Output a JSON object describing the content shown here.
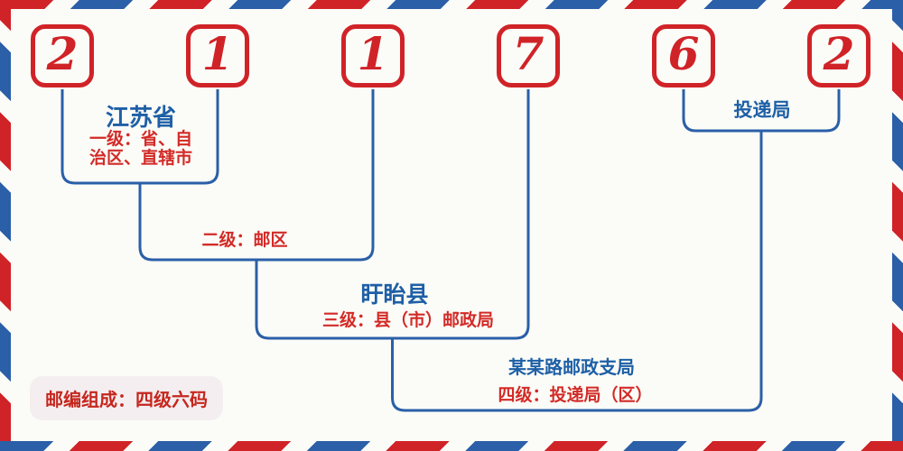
{
  "postal_code": {
    "digits": [
      "2",
      "1",
      "1",
      "7",
      "6",
      "2"
    ]
  },
  "labels": {
    "province_name": "江苏省",
    "level1": "一级：省、自\n治区、直辖市",
    "level2": "二级：邮区",
    "county_name": "盱眙县",
    "level3": "三级：县（市）邮政局",
    "branch_name": "某某路邮政支局",
    "level4": "四级：投递局（区）",
    "delivery_office": "投递局",
    "composition": "邮编组成：四级六码"
  },
  "colors": {
    "digit_red": "#d02328",
    "line_blue": "#2b5fa8",
    "text_blue": "#1e5fa6",
    "text_red": "#d32b28",
    "background": "#fbfcf7",
    "composition_bg": "#f4eef0",
    "composition_red": "#c5271e",
    "border_red": "#d02328",
    "border_blue": "#2b5fa8"
  }
}
